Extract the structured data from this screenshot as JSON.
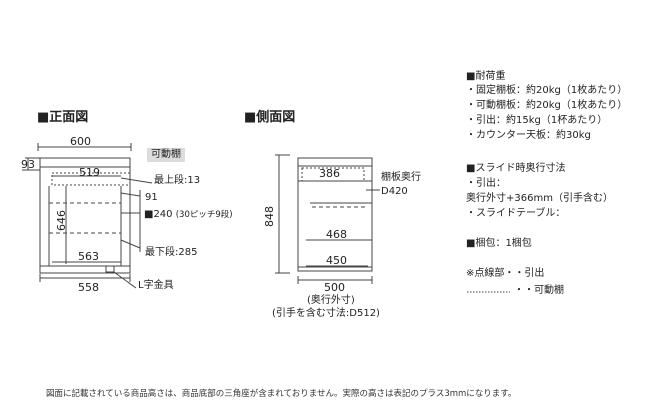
{
  "front": {
    "heading": "■正面図",
    "width_top": "600",
    "inner_width": "519",
    "top_thickness": "93",
    "height_inner": "646",
    "inner_bottom": "563",
    "base_width": "558",
    "movable_shelf_tag": "可動棚",
    "shelf_top_label": "最上段:13",
    "gap_label": "91",
    "pitch_label_main": "■240",
    "pitch_label_sub": "(30ピッチ9段)",
    "shelf_bottom_label": "最下段:285",
    "bracket_label": "L字金具"
  },
  "side": {
    "heading": "■側面図",
    "top_depth": "386",
    "shelf_label_line1": "棚板奥行",
    "shelf_label_line2": "D420",
    "total_height": "848",
    "mid_depth": "468",
    "bottom_depth": "450",
    "outer_depth": "500",
    "caption_line1": "(奥行外寸)",
    "caption_line2": "(引手を含む寸法:D512)"
  },
  "specs": {
    "load_heading": "■耐荷重",
    "load_items": [
      "・固定棚板：約20kg（1枚あたり）",
      "・可動棚板：約20kg（1枚あたり）",
      "・引出：約15kg（1杯あたり）",
      "・カウンター天板：約30kg"
    ],
    "slide_heading": "■スライド時奥行寸法",
    "slide_items": [
      "・引出：",
      "奥行外寸+366mm（引手含む）",
      "・スライドテーブル："
    ],
    "package": "■梱包：1梱包",
    "legend_drawer": "※点線部・・引出",
    "legend_shelf": "・・可動棚"
  },
  "footer_note": "図面に記載されている商品高さは、商品底部の三角座が含まれておりません。実際の高さは表記のプラス3mmになります。"
}
